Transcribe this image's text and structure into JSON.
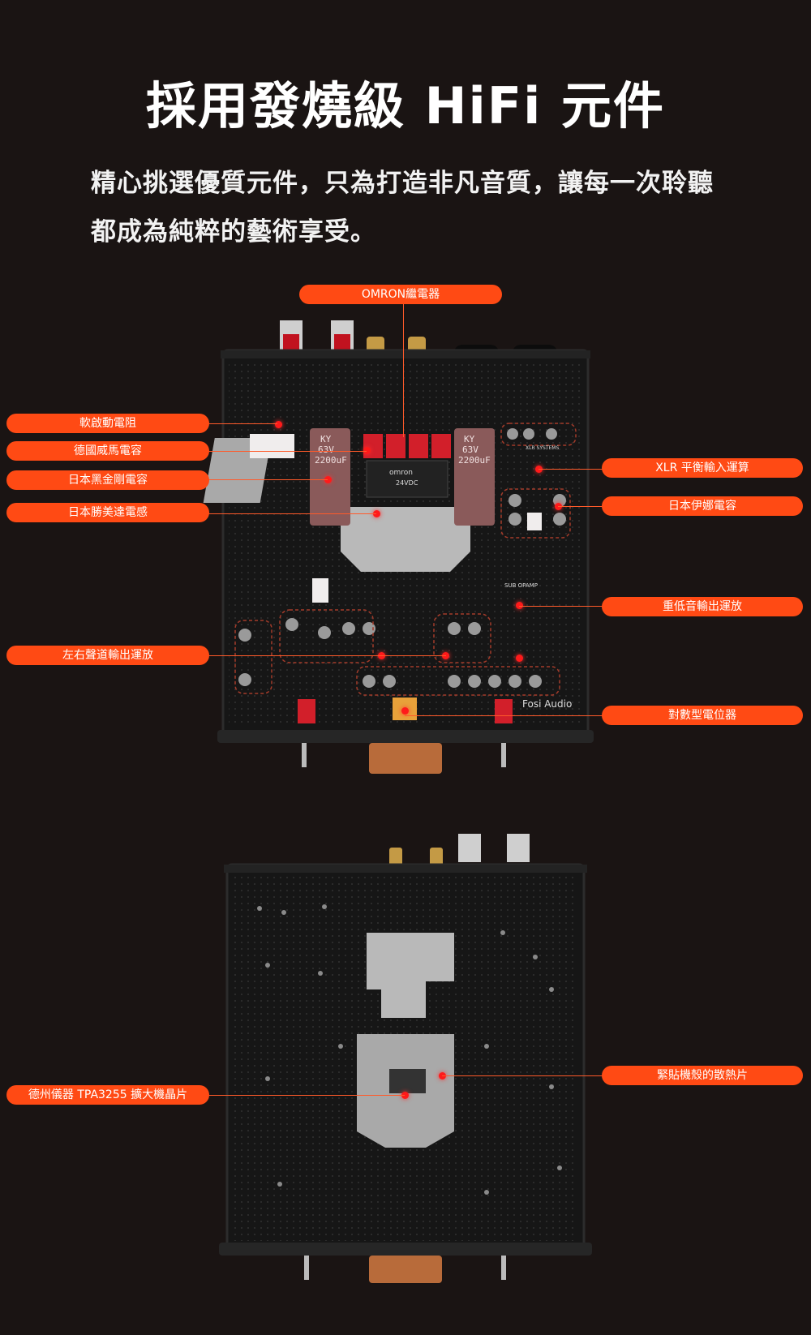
{
  "heading": {
    "title": "採用發燒級 HiFi 元件",
    "subtitle": "精心挑選優質元件，只為打造非凡音質，讓每一次聆聽都成為純粹的藝術享受。"
  },
  "board_top": {
    "labels": {
      "relay": "OMRON繼電器",
      "soft_start": "軟啟動電阻",
      "wima": "德國威馬電容",
      "nichicon": "日本黑金剛電容",
      "tamura": "日本勝美達電感",
      "lr_opamp": "左右聲道輸出運放",
      "xlr_opamp": "XLR 平衡輸入運算",
      "elna": "日本伊娜電容",
      "sub_opamp": "重低音輸出運放",
      "pot": "對數型電位器"
    },
    "cap_text": [
      "KY",
      "63V",
      "2200uF"
    ],
    "relay_brand": "omron",
    "relay_spec": "24VDC",
    "brand": "Fosi Audio",
    "silk_sub": "SUB  OPAMP",
    "silk_xlr": "XLR SYSTEMS"
  },
  "board_bottom": {
    "labels": {
      "heatsink": "緊貼機殼的散熱片",
      "amp_chip": "德州儀器 TPA3255 擴大機晶片"
    }
  },
  "colors": {
    "accent": "#ff4a14",
    "background": "#1a1413",
    "board": "#161616",
    "marker": "#ff1a1a"
  }
}
